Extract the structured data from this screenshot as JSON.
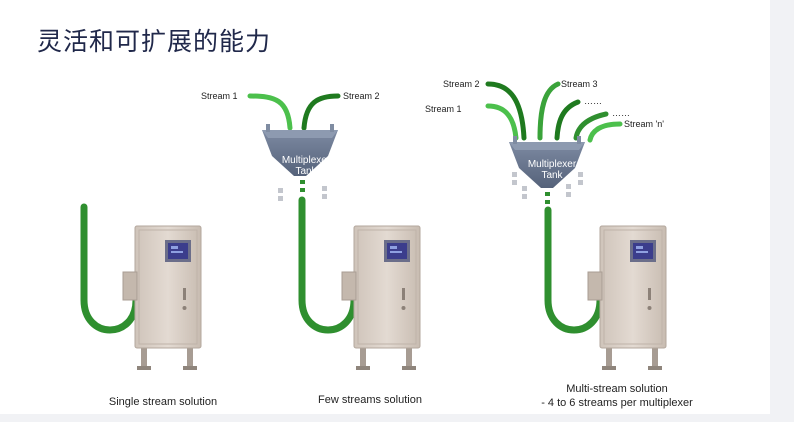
{
  "page": {
    "title": "灵活和可扩展的能力"
  },
  "colors": {
    "stream_green": "#3aa33a",
    "stream_dark_green": "#1f7a1f",
    "tank": "#6f7d95",
    "tank_dark": "#56637a",
    "cabinet": "#d9cfc6",
    "screen": "#3b3d8c",
    "strip": "#f1f2f5"
  },
  "configs": {
    "single": {
      "caption": "Single stream solution"
    },
    "few": {
      "caption": "Few streams solution",
      "tank_label_1": "Multiplexer",
      "tank_label_2": "Tank",
      "streams": [
        "Stream 1",
        "Stream 2"
      ]
    },
    "multi": {
      "caption_line1": "Multi-stream solution",
      "caption_line2": "- 4 to 6 streams per multiplexer",
      "tank_label_1": "Multiplexer",
      "tank_label_2": "Tank",
      "streams": [
        "Stream 2",
        "Stream 3",
        "Stream 1",
        "Stream 'n'"
      ],
      "ellipsis_1": "……",
      "ellipsis_2": "……"
    }
  }
}
